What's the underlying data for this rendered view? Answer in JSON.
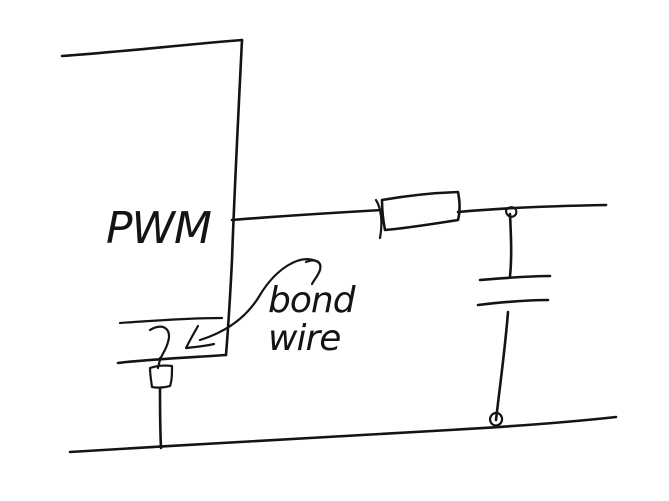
{
  "labels": {
    "block": "PWM",
    "bond_line1": "bond",
    "bond_line2": "wire"
  },
  "colors": {
    "ink": "#141414",
    "paper": "#ffffff"
  }
}
